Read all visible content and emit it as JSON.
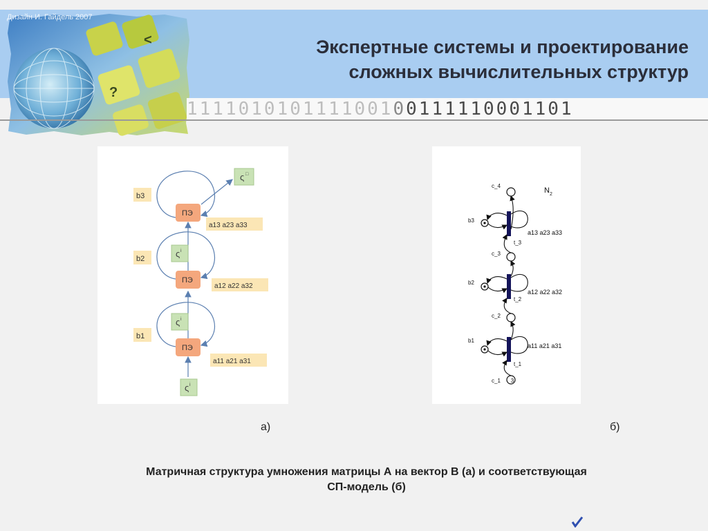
{
  "header": {
    "title_line1": "Экспертные системы и проектирование",
    "title_line2": "сложных вычислительных структур",
    "credit": "Дизайн И. Гайдель 2007",
    "binary_light": "1111010101111001",
    "binary_mid": "0",
    "binary_dark": "0111110001101"
  },
  "diagram_a": {
    "pe_label": "ПЭ",
    "inputs": [
      "b3",
      "b2",
      "b1"
    ],
    "coeffs": [
      "a13 a23 a33",
      "a12 a22 a32",
      "a11 a21 a31"
    ],
    "partial_sum_label": "ς",
    "partial_sum_sup": "i",
    "result_label": "ς",
    "result_sup": "□"
  },
  "diagram_b": {
    "net_label": "N",
    "net_sub": "2",
    "places": [
      "c_4",
      "c_3",
      "c_2",
      "c_1"
    ],
    "inputs": [
      "b3",
      "b2",
      "b1"
    ],
    "transitions": [
      "t_3",
      "t_2",
      "t_1"
    ],
    "coeffs": [
      "a13 a23 a33",
      "a12 a22 a32",
      "a11 a21 a31"
    ],
    "token_count": "3"
  },
  "labels": {
    "a": "а)",
    "b": "б)"
  },
  "caption": {
    "line1": "Матричная структура умножения матрицы А на вектор В (а) и соответствующая",
    "line2": "СП-модель (б)"
  },
  "colors": {
    "header_band": "#a9cdf1",
    "pe_box": "#f4a77d",
    "input_box": "#fbe6b5",
    "partial_box": "#c9e2b5",
    "transition": "#14145a"
  }
}
